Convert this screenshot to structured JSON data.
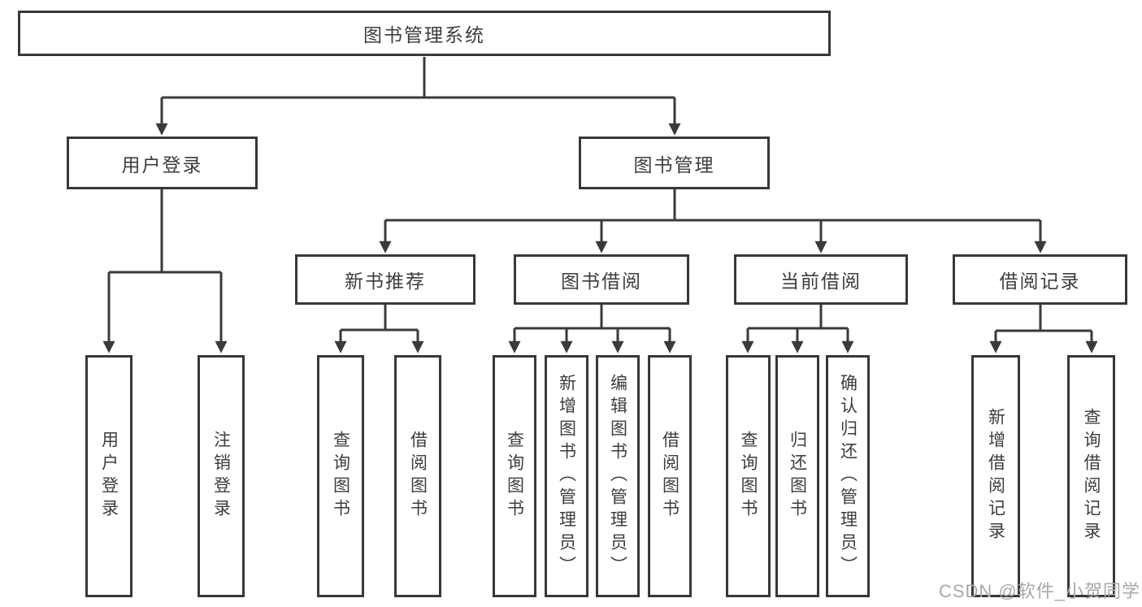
{
  "diagram": {
    "root": {
      "label": "图书管理系统"
    },
    "level1": [
      {
        "label": "用户登录"
      },
      {
        "label": "图书管理"
      }
    ],
    "level2": [
      {
        "label": "新书推荐"
      },
      {
        "label": "图书借阅"
      },
      {
        "label": "当前借阅"
      },
      {
        "label": "借阅记录"
      }
    ],
    "leaves": [
      {
        "label": "用户登录"
      },
      {
        "label": "注销登录"
      },
      {
        "label": "查询图书"
      },
      {
        "label": "借阅图书"
      },
      {
        "label": "查询图书"
      },
      {
        "label": "新增图书（管理员）"
      },
      {
        "label": "编辑图书（管理员）"
      },
      {
        "label": "借阅图书"
      },
      {
        "label": "查询图书"
      },
      {
        "label": "归还图书"
      },
      {
        "label": "确认归还（管理员）"
      },
      {
        "label": "新增借阅记录"
      },
      {
        "label": "查询借阅记录"
      }
    ],
    "colors": {
      "line": "#3a3a3a",
      "box_border": "#383838",
      "text": "#3d3d3d",
      "background": "#ffffff",
      "watermark": "#a8a8a8"
    },
    "watermark": "CSDN @软件_小贺同学"
  }
}
